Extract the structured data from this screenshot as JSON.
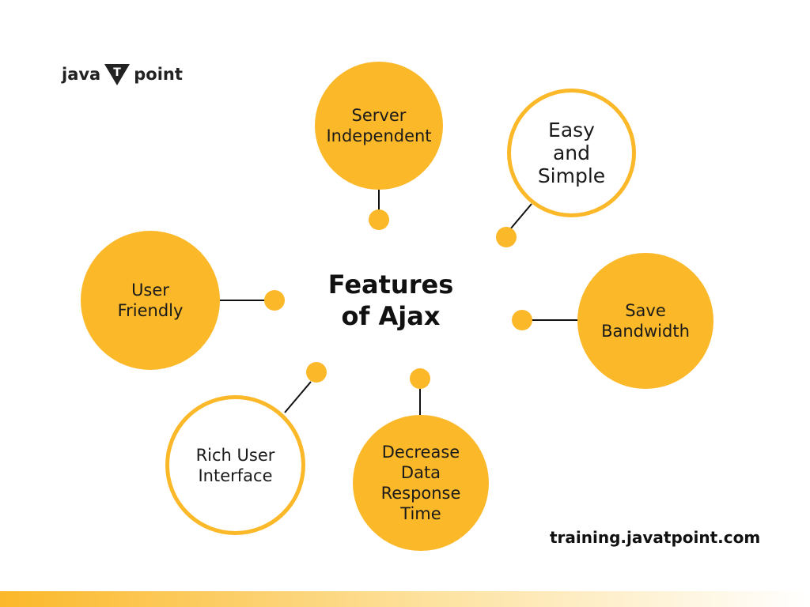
{
  "logo": {
    "left_text": "java",
    "mark_letter": "T",
    "right_text": "point"
  },
  "center_title": "Features\nof Ajax",
  "features": [
    {
      "label": "Server\nIndependent"
    },
    {
      "label": "Easy\nand\nSimple"
    },
    {
      "label": "Save\nBandwidth"
    },
    {
      "label": "Decrease\nData\nResponse\nTime"
    },
    {
      "label": "Rich User\nInterface"
    },
    {
      "label": "User\nFriendly"
    }
  ],
  "footer_url": "training.javatpoint.com",
  "colors": {
    "accent": "#fbb829",
    "text": "#1a1a1a",
    "background": "#ffffff"
  }
}
